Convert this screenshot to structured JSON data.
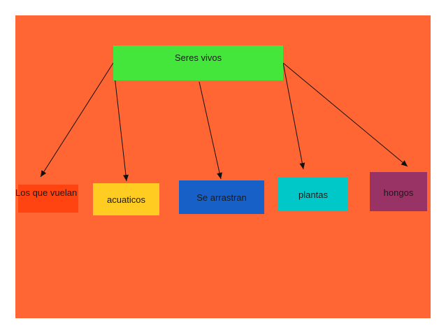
{
  "colors": {
    "slide_background": "#ff6633",
    "root_box": "#44e63c",
    "los_que_vuelan_box": "#ff4411",
    "acuaticos_box": "#ffcc22",
    "se_arrastran_box": "#1660c8",
    "plantas_box": "#00c8c8",
    "hongos_box": "#993366"
  },
  "root": {
    "label": "Seres vivos"
  },
  "children": [
    {
      "label": "Los que vuelan"
    },
    {
      "label": "acuaticos"
    },
    {
      "label": "Se arrastran"
    },
    {
      "label": "plantas"
    },
    {
      "label": "hongos"
    }
  ]
}
